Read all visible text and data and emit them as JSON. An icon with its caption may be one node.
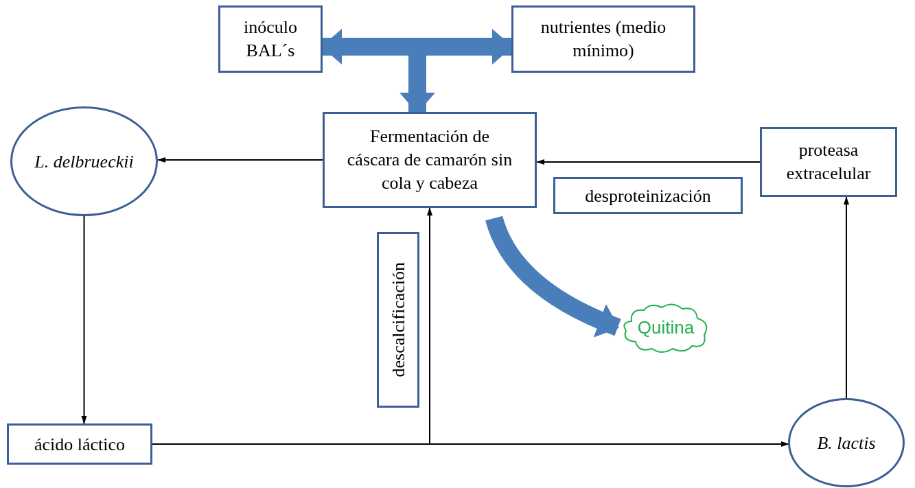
{
  "diagram": {
    "nodes": [
      {
        "text": [
          "inóculo BAL´s"
        ]
      },
      {
        "text": [
          "nutrientes (medio mínimo)"
        ]
      },
      {
        "text": [
          "Fermentación de cáscara de camarón sin cola y cabeza"
        ]
      },
      {
        "text": [
          "L. delbrueckii"
        ]
      },
      {
        "text": [
          "proteasa extracelular"
        ]
      },
      {
        "text": [
          "desproteinización"
        ]
      },
      {
        "text": [
          "descalcificación"
        ]
      },
      {
        "text": [
          "Quitina"
        ]
      },
      {
        "text": [
          "ácido láctico"
        ]
      },
      {
        "text": [
          "B. lactis"
        ]
      }
    ],
    "edges": [
      {
        "from": null,
        "to": 0,
        "arrow": "to",
        "style": "thick",
        "color": "#4a7ebb"
      },
      {
        "from": null,
        "to": 1,
        "arrow": "to",
        "style": "thick",
        "color": "#4a7ebb"
      },
      {
        "from": null,
        "to": 2,
        "arrow": "to",
        "style": "thick",
        "color": "#4a7ebb"
      },
      {
        "from": 2,
        "to": 3,
        "arrow": "to"
      },
      {
        "from": 4,
        "to": 2,
        "arrow": "to"
      },
      {
        "from": 3,
        "to": 8,
        "arrow": "to"
      },
      {
        "from": 8,
        "to": 9,
        "arrow": "to"
      },
      {
        "from": 8,
        "to": 2,
        "arrow": "to"
      },
      {
        "from": 9,
        "to": 4,
        "arrow": "to"
      },
      {
        "from": 2,
        "to": 7,
        "arrow": "to",
        "style": "thick",
        "color": "#4a7ebb"
      }
    ]
  }
}
